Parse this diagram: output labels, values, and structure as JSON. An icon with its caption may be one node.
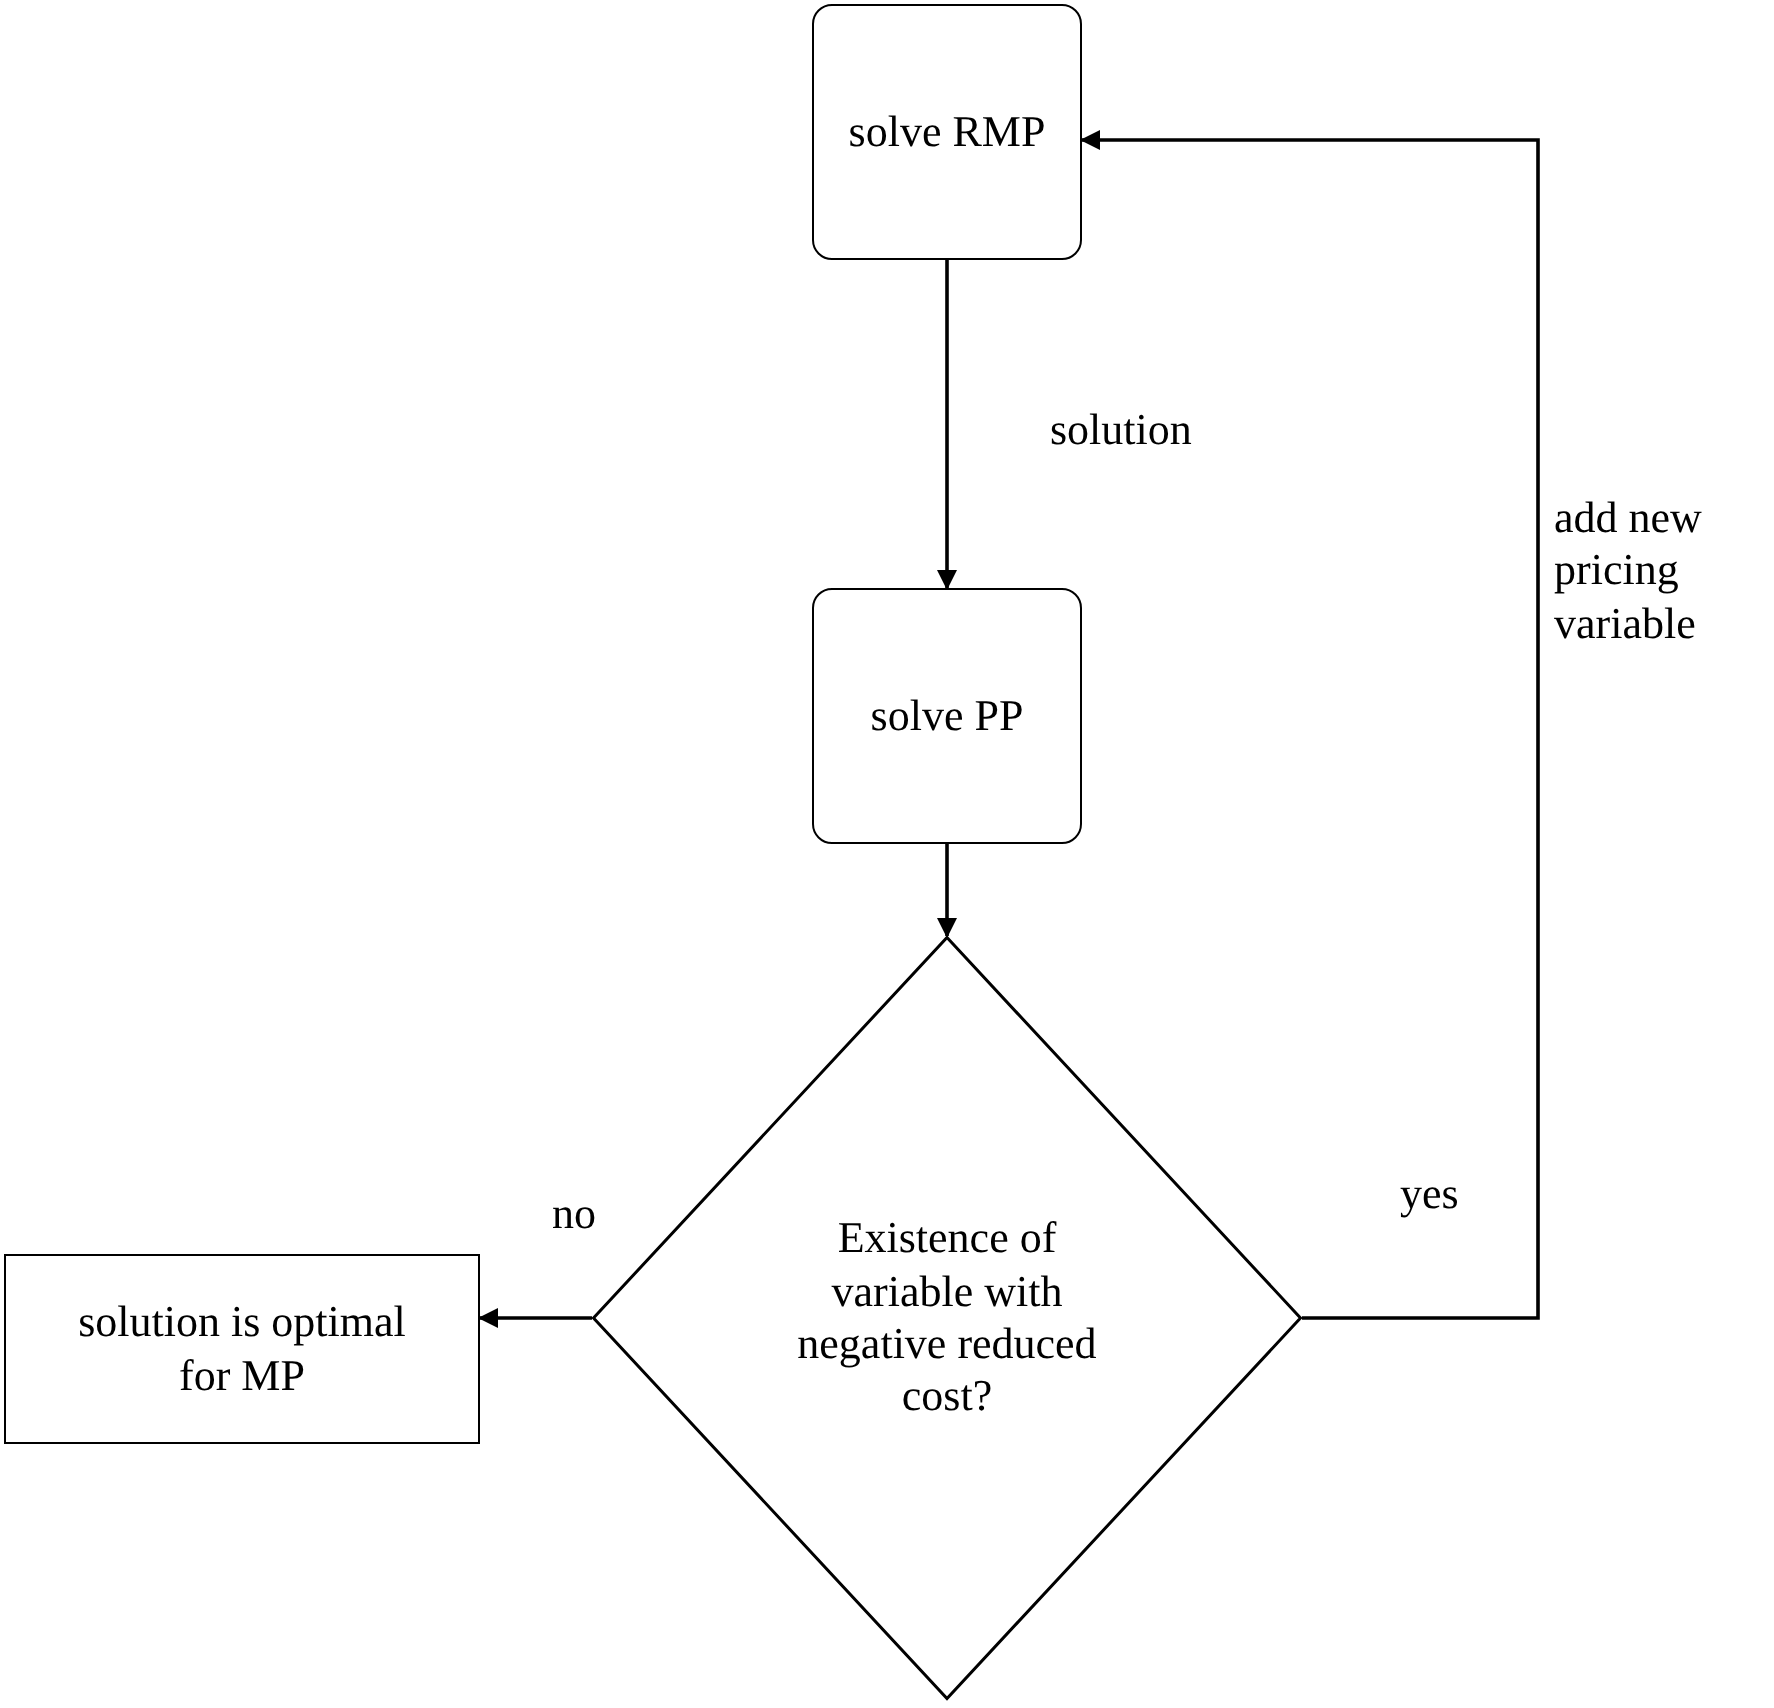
{
  "diagram": {
    "nodes": [
      {
        "text": [
          "solve RMP"
        ]
      },
      {
        "text": [
          "solve PP"
        ]
      },
      {
        "text": [
          "Existence of variable with negative reduced cost?"
        ]
      },
      {
        "text": [
          "solution is optimal for MP"
        ]
      }
    ],
    "edges": [
      {
        "from": 0,
        "to": 1,
        "arrow": "to",
        "label": "solution"
      },
      {
        "from": 1,
        "to": 2,
        "arrow": "to"
      },
      {
        "from": 2,
        "to": 3,
        "arrow": "to",
        "label": "no"
      },
      {
        "from": 2,
        "to": 0,
        "arrow": "to",
        "label": "yes"
      }
    ],
    "labels": [
      "add new pricing variable"
    ]
  }
}
